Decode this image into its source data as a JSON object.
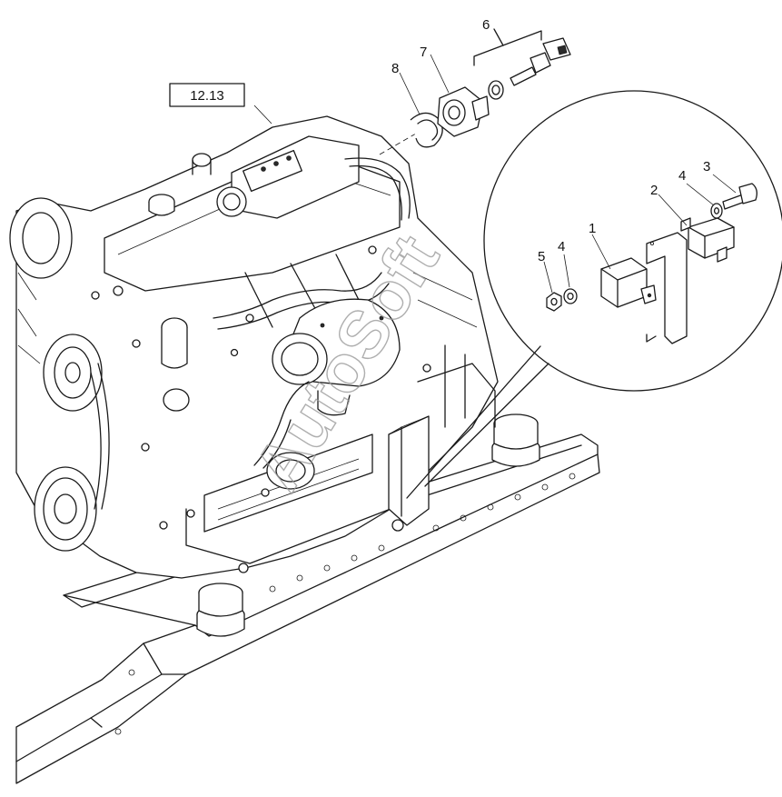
{
  "reference_box": {
    "label": "12.13"
  },
  "callouts": {
    "c1": "1",
    "c2": "2",
    "c3": "3",
    "c4a": "4",
    "c4b": "4",
    "c5": "5",
    "c6": "6",
    "c7": "7",
    "c8": "8"
  },
  "watermark": {
    "text": "AutoSoft"
  },
  "colors": {
    "line": "#1a1a1a",
    "background": "#ffffff",
    "watermark": "#9a9a9a"
  }
}
